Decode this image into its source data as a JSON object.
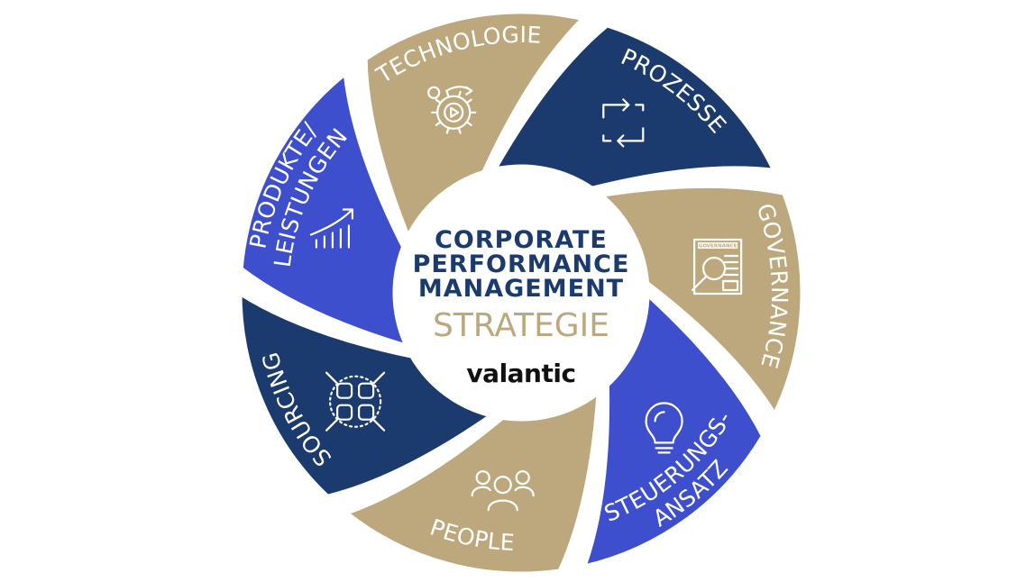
{
  "center": {
    "title_lines": [
      "CORPORATE",
      "PERFORMANCE",
      "MANAGEMENT"
    ],
    "subtitle": "STRATEGIE",
    "brand": "valantic"
  },
  "colors": {
    "navy": "#1b3a6e",
    "gold": "#bca87c",
    "blue": "#3d4fcd",
    "white": "#ffffff"
  },
  "segments": [
    {
      "id": "prozesse",
      "lines": [
        "PROZESSE"
      ],
      "icon": "cycle-arrows-icon",
      "color": "navy"
    },
    {
      "id": "governance",
      "lines": [
        "GOVERNANCE"
      ],
      "icon": "governance-document-icon",
      "color": "gold",
      "icon_text": "GOVERNANCE"
    },
    {
      "id": "steuerungsansatz",
      "lines": [
        "STEUERUNGS-",
        "ANSATZ"
      ],
      "icon": "lightbulb-icon",
      "color": "blue"
    },
    {
      "id": "people",
      "lines": [
        "PEOPLE"
      ],
      "icon": "people-group-icon",
      "color": "gold"
    },
    {
      "id": "sourcing",
      "lines": [
        "SOURCING"
      ],
      "icon": "fist-bump-icon",
      "color": "navy"
    },
    {
      "id": "produkte",
      "lines": [
        "PRODUKTE/",
        "LEISTUNGEN"
      ],
      "icon": "growth-chart-icon",
      "color": "blue"
    },
    {
      "id": "technologie",
      "lines": [
        "TECHNOLOGIE"
      ],
      "icon": "gear-play-icon",
      "color": "gold"
    }
  ]
}
